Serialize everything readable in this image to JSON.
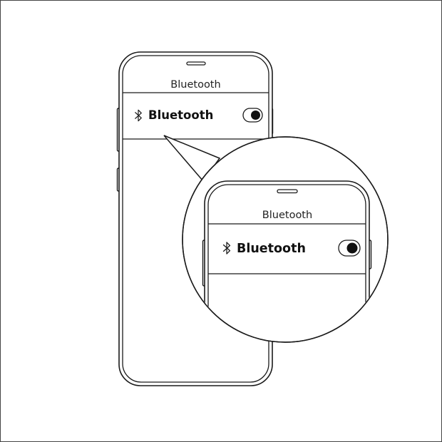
{
  "phone": {
    "nav_title": "Bluetooth",
    "setting_label": "Bluetooth",
    "bluetooth_toggle": {
      "on": true
    }
  },
  "magnifier": {
    "nav_title": "Bluetooth",
    "setting_label": "Bluetooth",
    "bluetooth_toggle": {
      "on": true
    }
  },
  "colors": {
    "line": "#1a1a1a",
    "background": "#ffffff",
    "frame": "#444444"
  }
}
